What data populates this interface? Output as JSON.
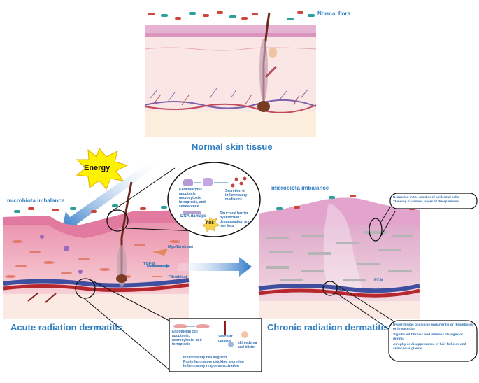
{
  "titles": {
    "normal_flora": "Normal flora",
    "normal_skin": "Normal skin tissue",
    "energy": "Energy",
    "microbiota_left": "microbiota imbalance",
    "microbiota_right": "microbiota imbalance",
    "acute": "Acute radiation dermatitis",
    "chronic": "Chronic radiation dermatitis"
  },
  "acute_labels": {
    "tgf": "TGF-β",
    "myofibroblast": "Myofibroblast",
    "fibroblast": "Fibroblast"
  },
  "chronic_labels": {
    "ecm": "ECM"
  },
  "callout_top": {
    "keratinocytes": "Keratinocytes apoptosis, necrocytosis, ferroptosis, and senescence",
    "secretion": "Secretion of inflammatory mediators",
    "dna": "DNA damage",
    "ros": "ROS",
    "barrier": "Structural barrier dysfunction: desquamation and hair loss"
  },
  "callout_bottom": {
    "endothelial": "Endothelial cell apoptosis, necrocytosis, and ferroptosis",
    "vascular": "Vascular damage",
    "edema": "skin edema and blister",
    "line1": "Inflammatory cell migratin",
    "line2": "Pro-inflammatory cytokine secretion",
    "line3": "Inflammatory response activation"
  },
  "callout_right_top": {
    "line1": "Reduction in the number of epidermal cells",
    "line2": "Thinning of various layers of the epidermis"
  },
  "callout_right_bottom": {
    "line1": "Hyperfibrotic occlusive endarteritis or thrombosis or in vascular",
    "line2": "Significant fibrosis and vitreous changes of dermis",
    "line3": "Atrophy or disappearance of hair follicles and sebaceous glands"
  },
  "colors": {
    "title_blue": "#2f7fc2",
    "epidermis": "#e9a9c6",
    "dermis": "#f7dfe3",
    "vessel_red": "#b7282e",
    "vessel_blue": "#3f4fa0"
  }
}
